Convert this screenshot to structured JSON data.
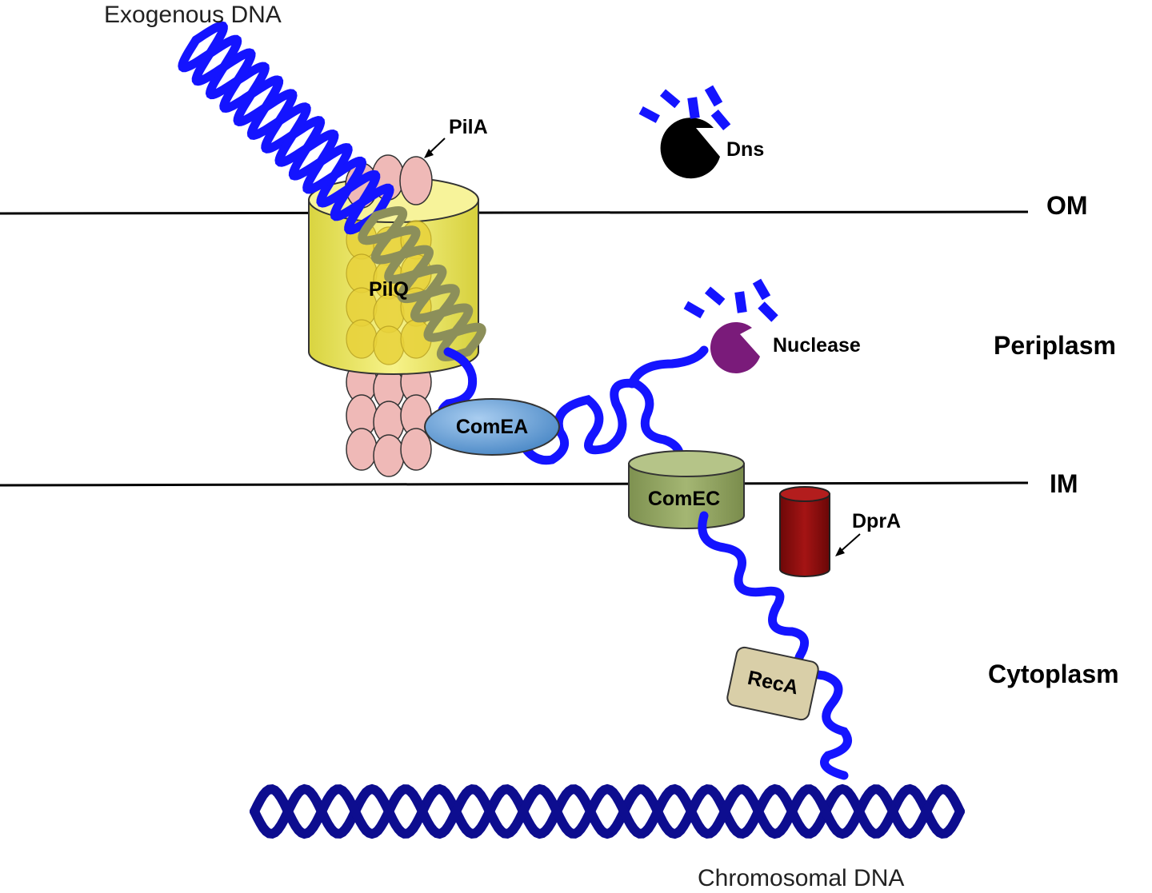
{
  "labels": {
    "exogenous_dna": "Exogenous DNA",
    "pila": "PilA",
    "dns": "Dns",
    "om": "OM",
    "piliq": "PilQ",
    "periplasm": "Periplasm",
    "nuclease": "Nuclease",
    "comea": "ComEA",
    "im": "IM",
    "comec": "ComEC",
    "dpra": "DprA",
    "cytoplasm": "Cytoplasm",
    "reca": "RecA",
    "chromosomal_dna": "Chromosomal DNA"
  },
  "colors": {
    "dna_strand": "#1414ff",
    "chromosomal_dna": "#0d0d8f",
    "pilq_barrel": "#f2ef6e",
    "pilq_subunits": "#e8d23a",
    "pila_subunits": "#efb9b7",
    "comea": "#5b9bd5",
    "comec": "#8fa25e",
    "dpra": "#8b0d0d",
    "reca": "#d9cfa8",
    "nuclease": "#7a1b7a",
    "dns": "#000000"
  },
  "icons": [
    "dns-pacman-icon",
    "nuclease-pacman-icon",
    "pila-pointer-arrow",
    "dpra-pointer-arrow"
  ]
}
